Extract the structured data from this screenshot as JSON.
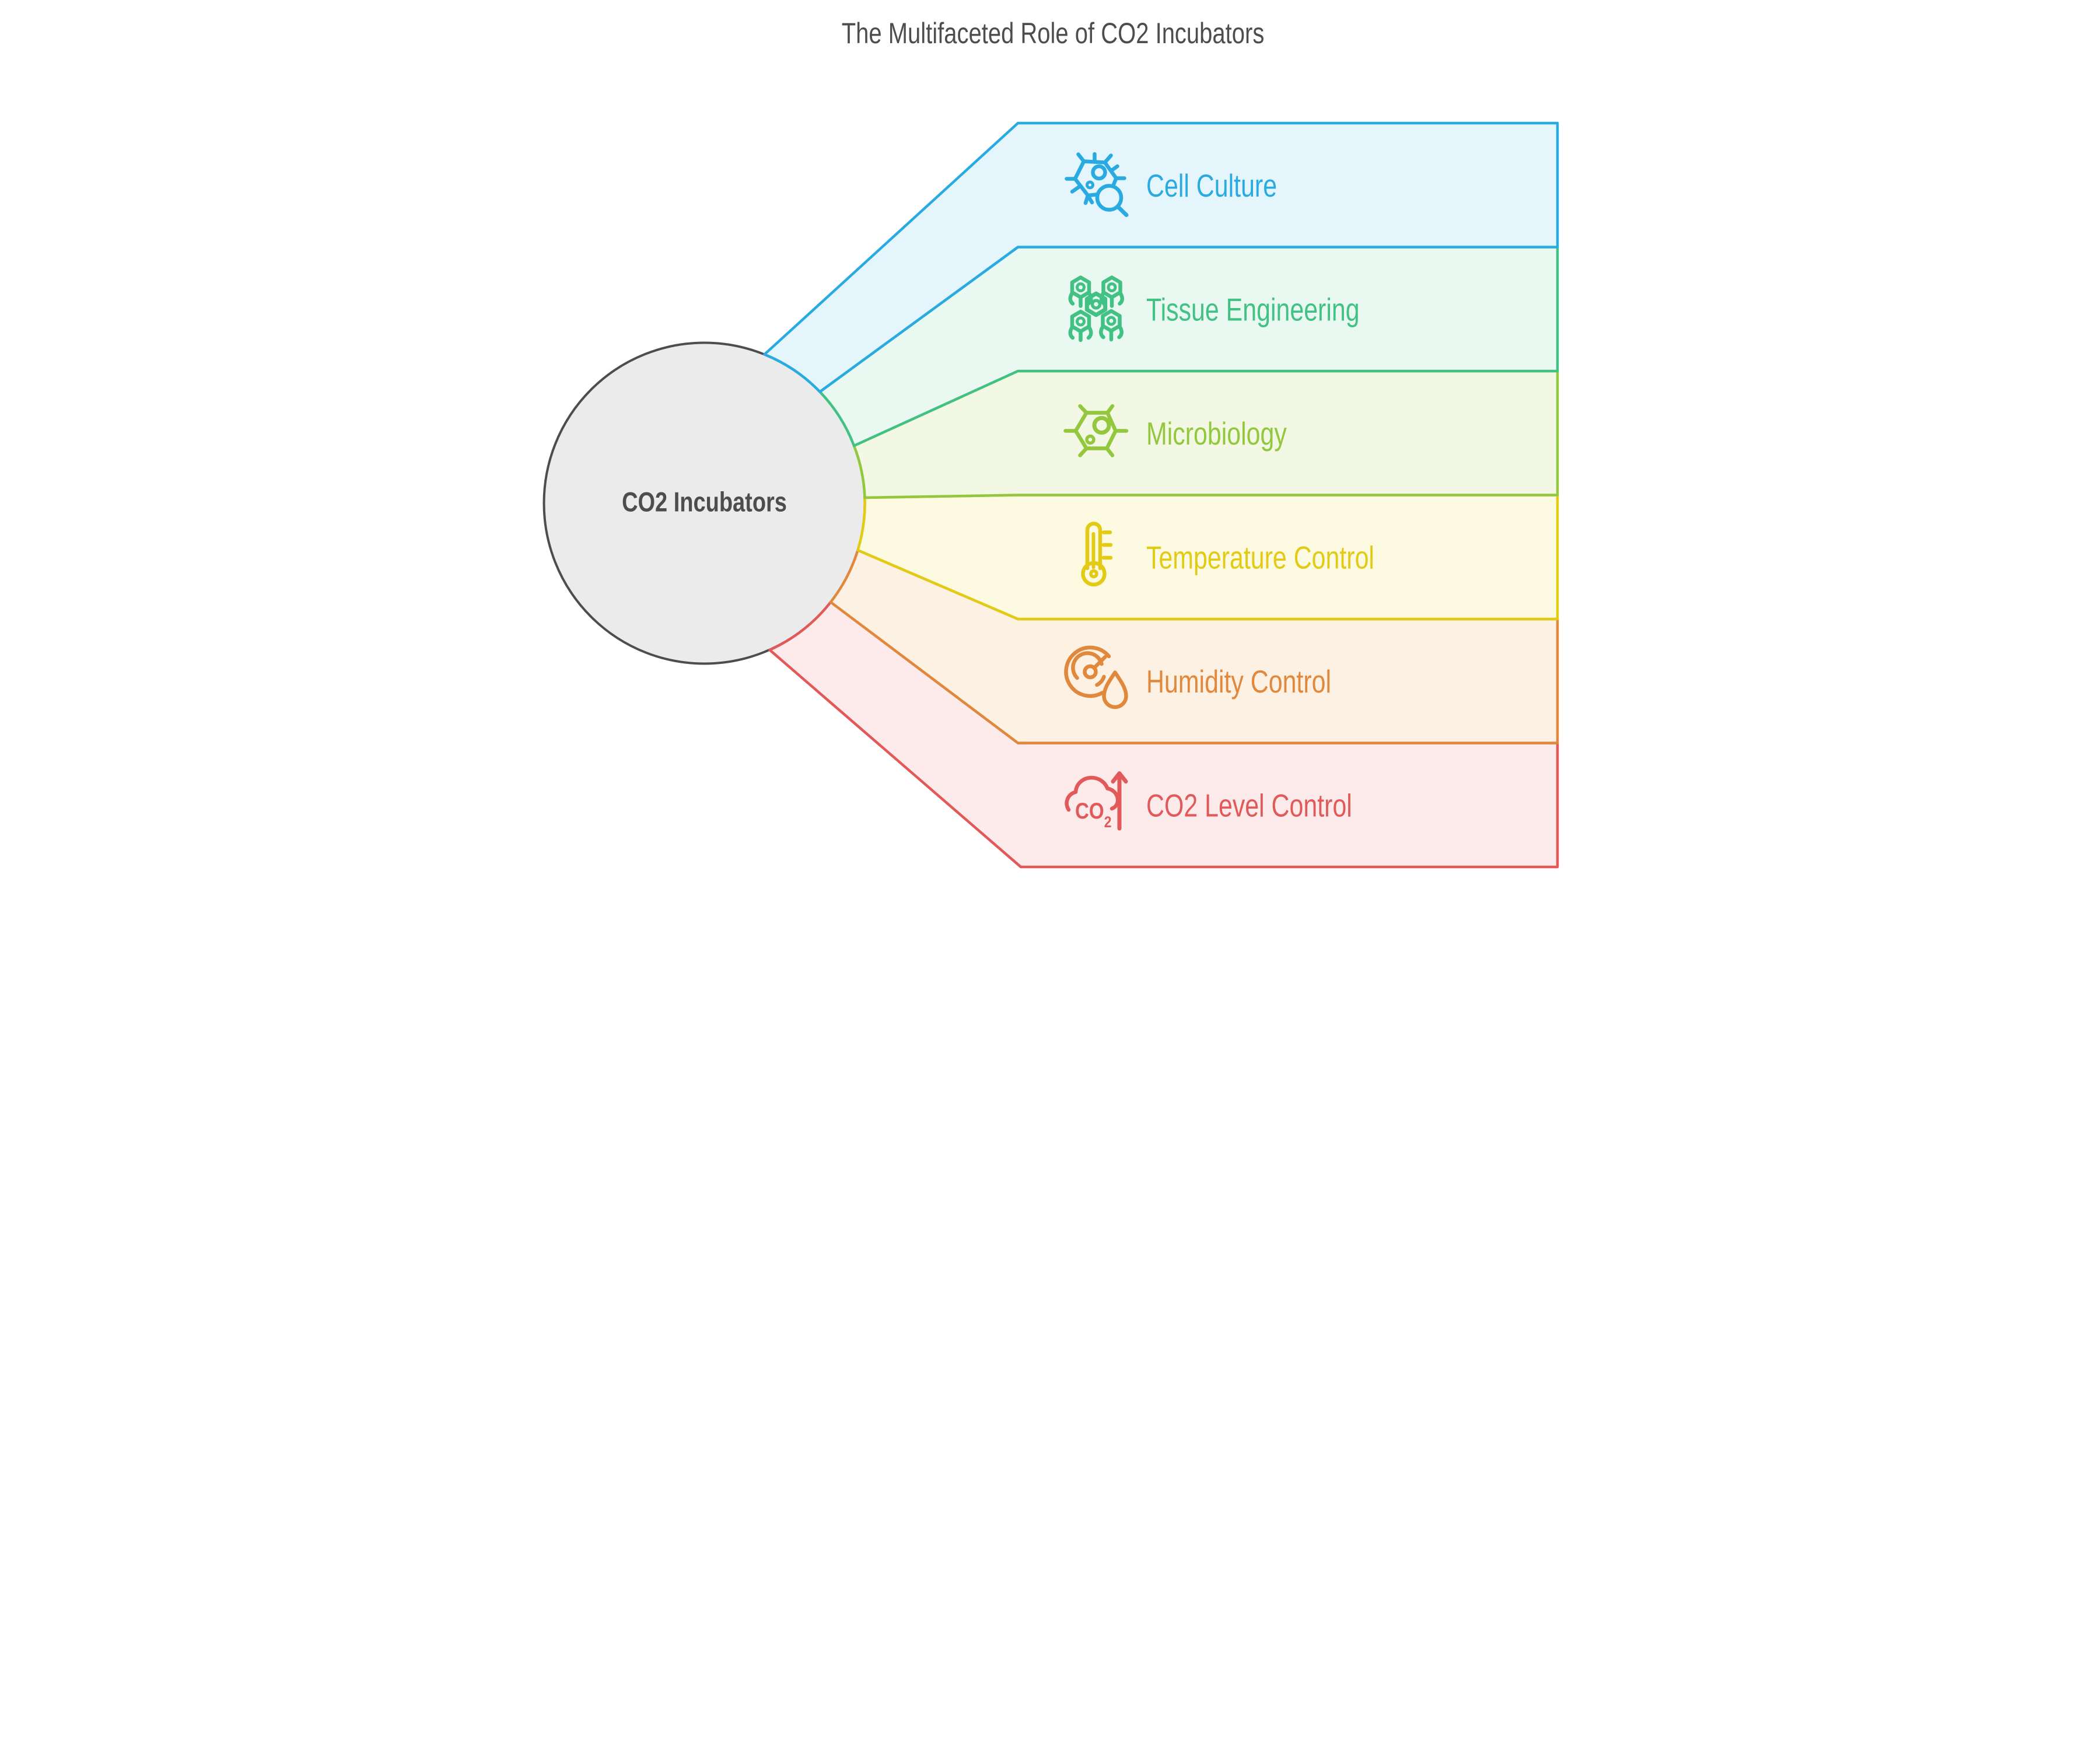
{
  "title": {
    "text": "The Multifaceted Role of CO2 Incubators",
    "color": "#4d4d4d"
  },
  "center": {
    "label": "CO2 Incubators",
    "fill": "#ebebeb",
    "stroke": "#4d4d4d",
    "text_color": "#4d4d4d"
  },
  "bands": [
    {
      "label": "Cell Culture",
      "icon": "cell-culture-icon",
      "color": "#29abe2",
      "fill": "#e5f5fc"
    },
    {
      "label": "Tissue Engineering",
      "icon": "tissue-engineering-icon",
      "color": "#41c183",
      "fill": "#e9f8f1"
    },
    {
      "label": "Microbiology",
      "icon": "microbiology-icon",
      "color": "#93c83e",
      "fill": "#f2f8e3"
    },
    {
      "label": "Temperature Control",
      "icon": "thermometer-icon",
      "color": "#e2ca15",
      "fill": "#fdfae2"
    },
    {
      "label": "Humidity Control",
      "icon": "humidity-gauge-icon",
      "color": "#e0883c",
      "fill": "#fdf1e3"
    },
    {
      "label": "CO2 Level Control",
      "icon": "co2-cloud-arrow-icon",
      "color": "#e25959",
      "fill": "#fdeaea",
      "icon_text": "CO",
      "icon_text_sub": "2"
    }
  ]
}
